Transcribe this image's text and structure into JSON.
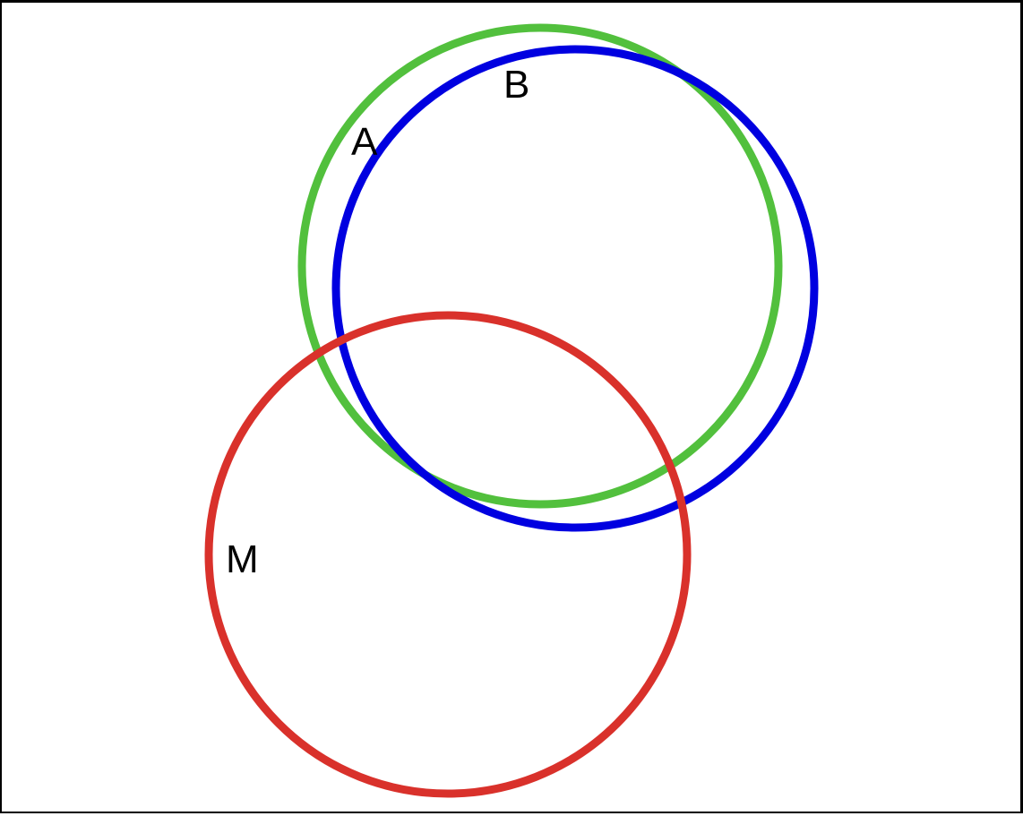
{
  "diagram": {
    "sets": [
      {
        "id": "A",
        "label": "A",
        "color": "#52c03d"
      },
      {
        "id": "B",
        "label": "B",
        "color": "#0000e0"
      },
      {
        "id": "M",
        "label": "M",
        "color": "#d9312b"
      }
    ]
  }
}
